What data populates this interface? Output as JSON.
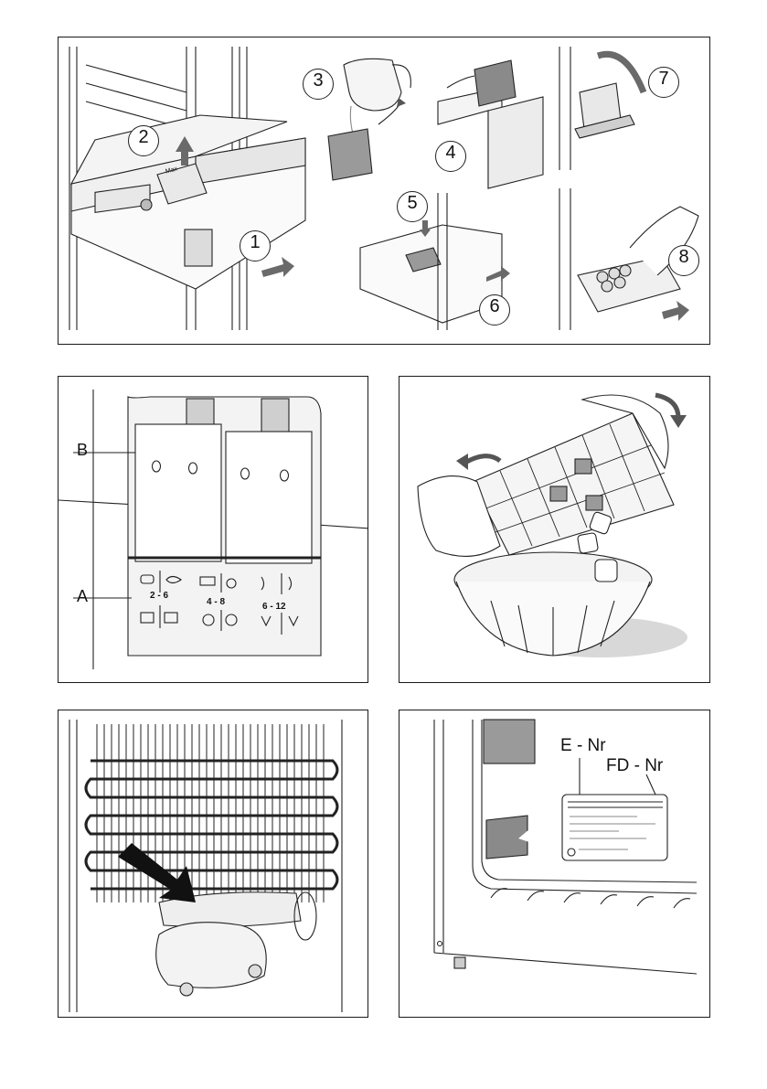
{
  "figure_1": {
    "steps": [
      "1",
      "2",
      "3",
      "4",
      "5",
      "6",
      "7",
      "8"
    ],
    "container_marking": "Max"
  },
  "figure_2": {
    "label_a": "A",
    "label_b": "B",
    "storage_ranges": [
      "2 - 6",
      "4 - 8",
      "6 - 12"
    ]
  },
  "figure_5": {
    "label_enr": "E - Nr",
    "label_fdnr": "FD - Nr"
  }
}
